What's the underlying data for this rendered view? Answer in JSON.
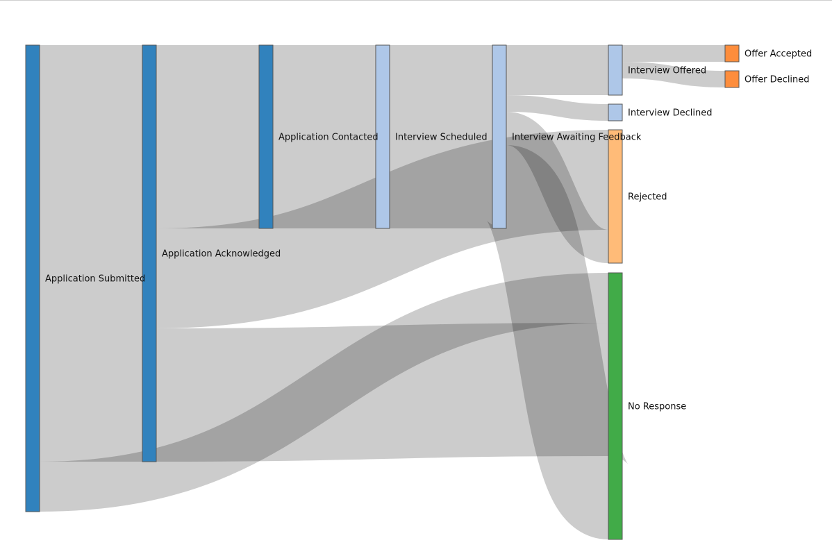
{
  "chart_data": {
    "type": "sankey",
    "title": "",
    "link_color": "#000000",
    "nodes": [
      {
        "id": "submitted",
        "label": "Application Submitted",
        "color": "#3182bd",
        "column": 0
      },
      {
        "id": "acknowledged",
        "label": "Application Acknowledged",
        "color": "#3182bd",
        "column": 1
      },
      {
        "id": "contacted",
        "label": "Application Contacted",
        "color": "#3182bd",
        "column": 2
      },
      {
        "id": "scheduled",
        "label": "Interview Scheduled",
        "color": "#aec7e8",
        "column": 3
      },
      {
        "id": "awaiting",
        "label": "Interview Awaiting Feedback",
        "color": "#aec7e8",
        "column": 4
      },
      {
        "id": "offered",
        "label": "Interview Offered",
        "color": "#aec7e8",
        "column": 5
      },
      {
        "id": "declined",
        "label": "Interview Declined",
        "color": "#aec7e8",
        "column": 5
      },
      {
        "id": "rejected",
        "label": "Rejected",
        "color": "#ffbb78",
        "column": 5
      },
      {
        "id": "noresponse",
        "label": "No Response",
        "color": "#41ab48",
        "column": 5
      },
      {
        "id": "accepted",
        "label": "Offer Accepted",
        "color": "#fd8d3c",
        "column": 6
      },
      {
        "id": "offdeclined",
        "label": "Offer Declined",
        "color": "#fd8d3c",
        "column": 6
      }
    ],
    "links": [
      {
        "source": "submitted",
        "target": "acknowledged",
        "value": 300
      },
      {
        "source": "submitted",
        "target": "noresponse",
        "value": 36
      },
      {
        "source": "acknowledged",
        "target": "contacted",
        "value": 132
      },
      {
        "source": "acknowledged",
        "target": "rejected",
        "value": 72
      },
      {
        "source": "acknowledged",
        "target": "noresponse",
        "value": 96
      },
      {
        "source": "contacted",
        "target": "scheduled",
        "value": 132
      },
      {
        "source": "scheduled",
        "target": "awaiting",
        "value": 132
      },
      {
        "source": "awaiting",
        "target": "offered",
        "value": 36
      },
      {
        "source": "awaiting",
        "target": "declined",
        "value": 12
      },
      {
        "source": "awaiting",
        "target": "rejected",
        "value": 24
      },
      {
        "source": "awaiting",
        "target": "noresponse",
        "value": 60
      },
      {
        "source": "offered",
        "target": "accepted",
        "value": 12
      },
      {
        "source": "offered",
        "target": "offdeclined",
        "value": 12
      }
    ]
  }
}
